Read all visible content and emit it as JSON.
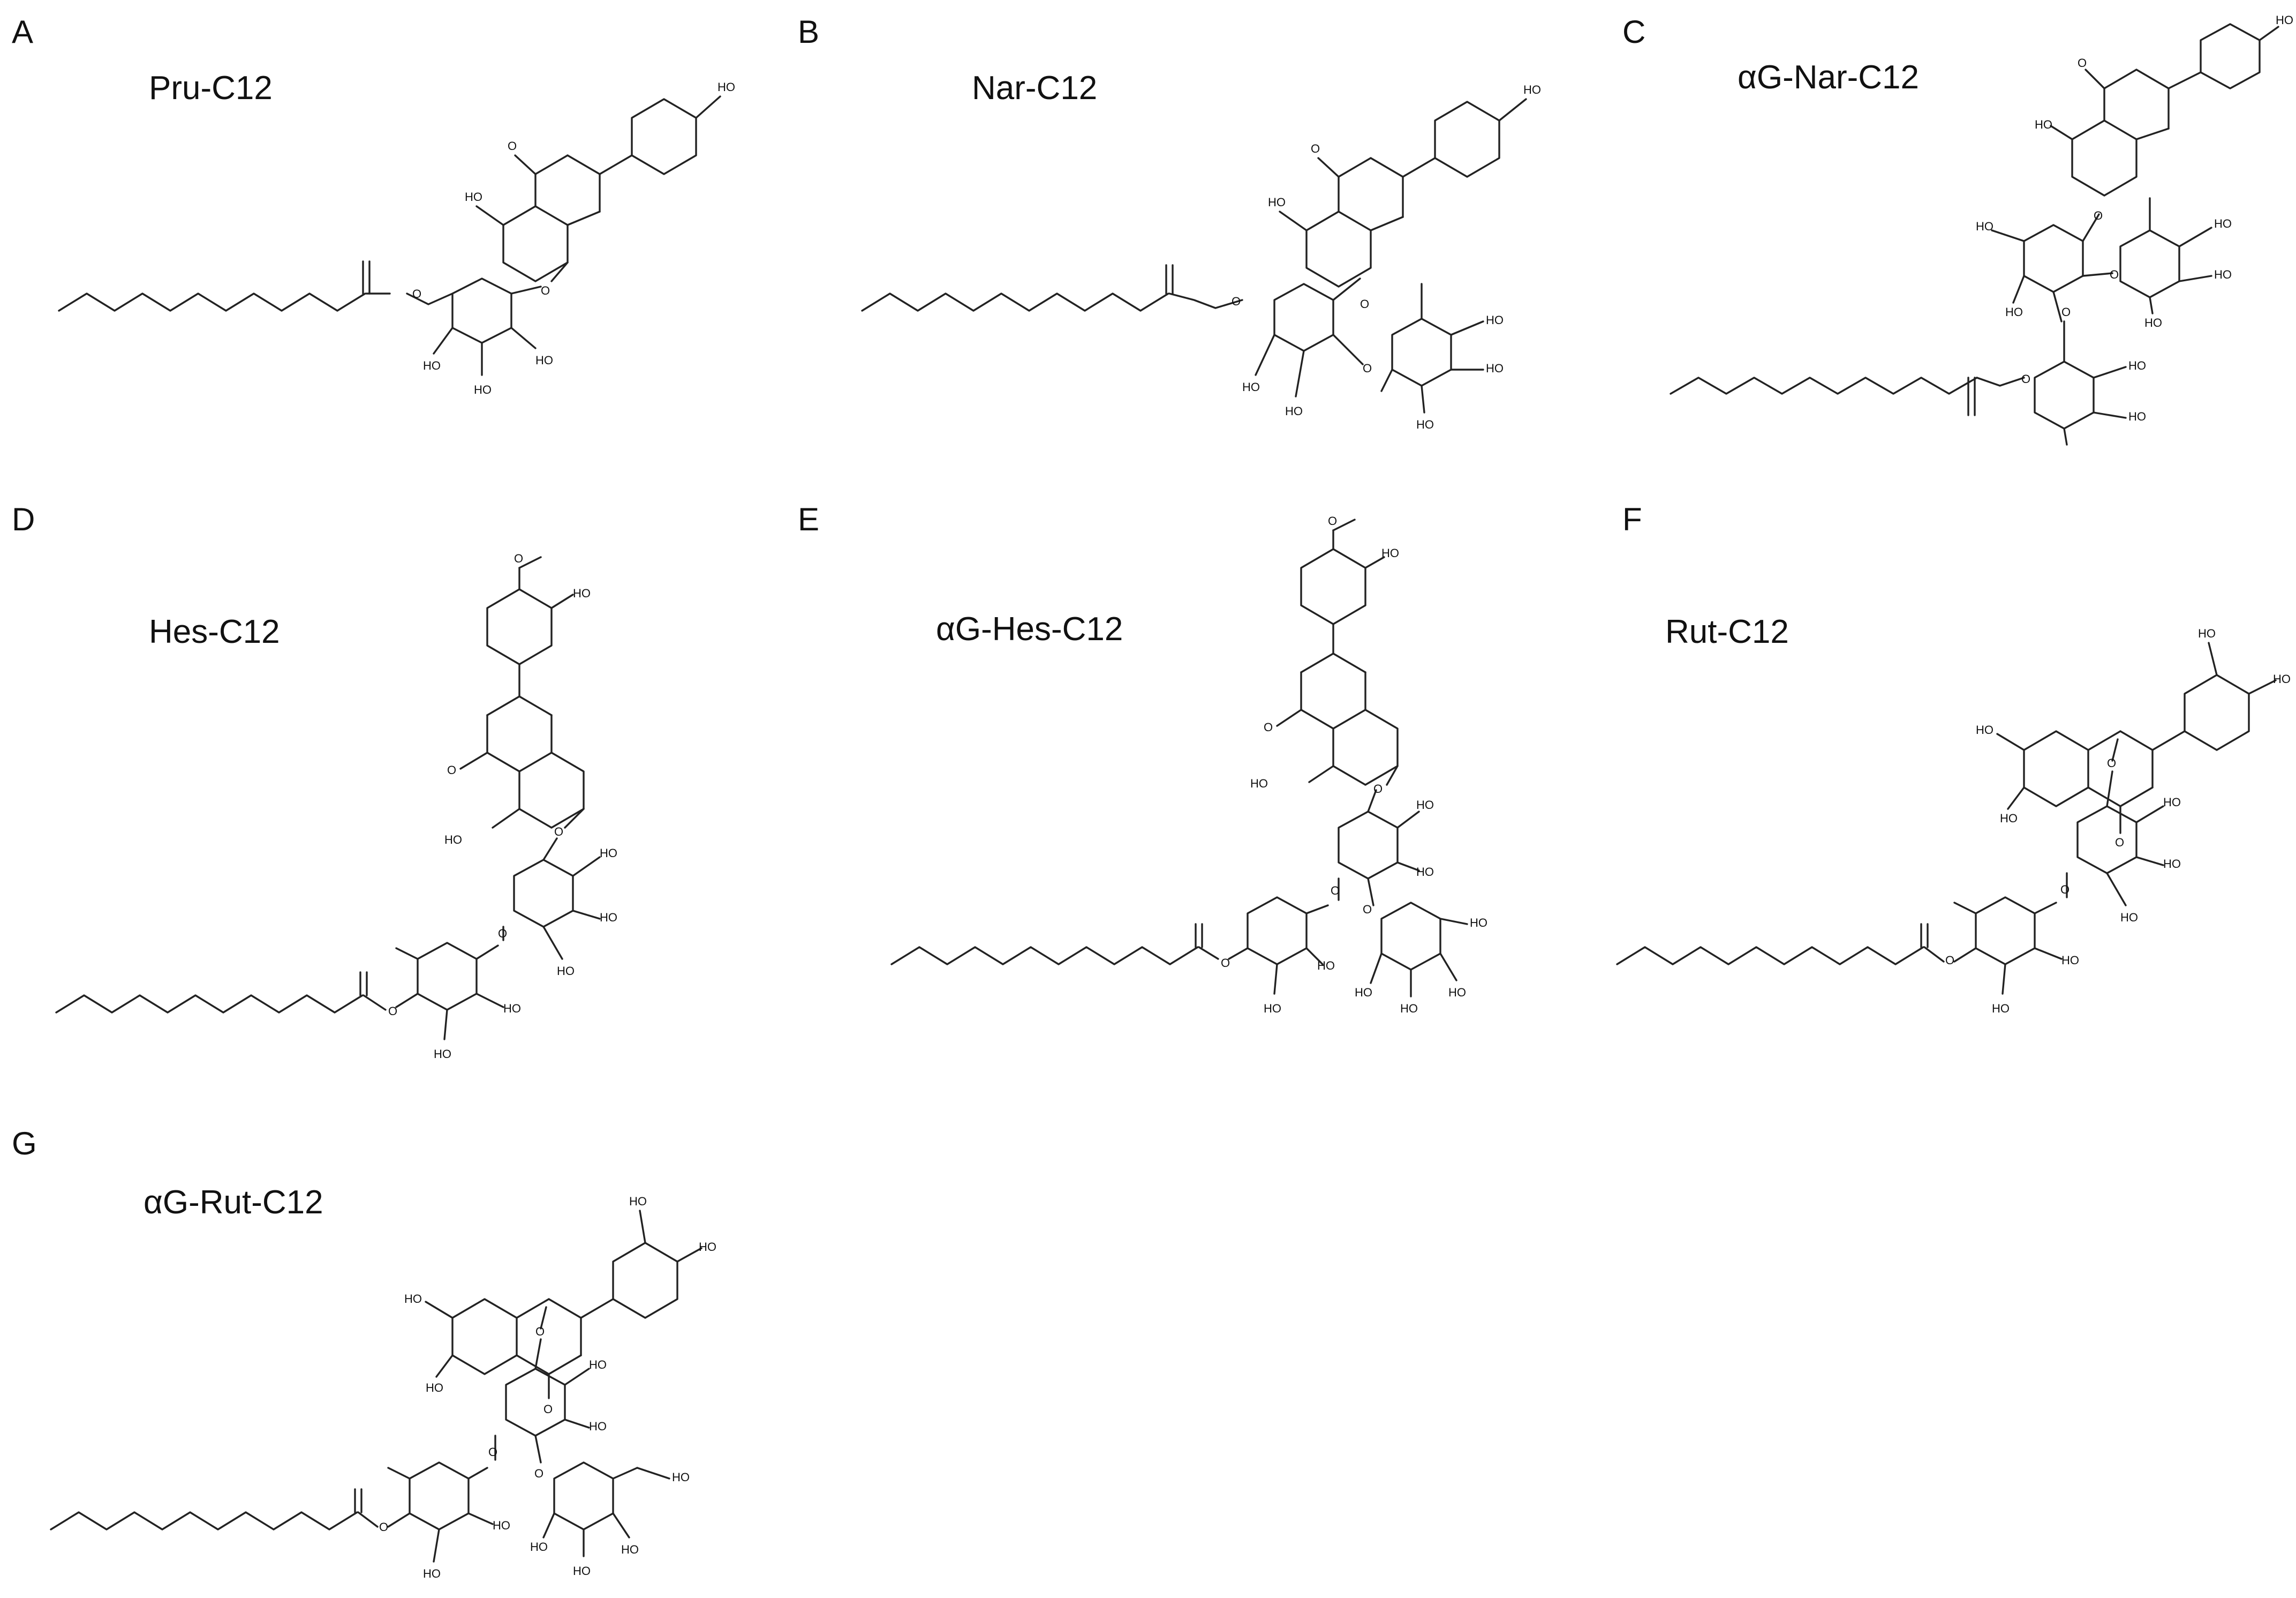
{
  "figure": {
    "panels": [
      {
        "id": "A",
        "letter": "A",
        "name": "Pru-C12"
      },
      {
        "id": "B",
        "letter": "B",
        "name": "Nar-C12"
      },
      {
        "id": "C",
        "letter": "C",
        "name": "αG-Nar-C12"
      },
      {
        "id": "D",
        "letter": "D",
        "name": "Hes-C12"
      },
      {
        "id": "E",
        "letter": "E",
        "name": "αG-Hes-C12"
      },
      {
        "id": "F",
        "letter": "F",
        "name": "Rut-C12"
      },
      {
        "id": "G",
        "letter": "G",
        "name": "αG-Rut-C12"
      }
    ],
    "atom_labels": {
      "hydroxyl": "HO",
      "ring_oxygen": "O"
    },
    "colors": {
      "ink": "#111111",
      "background": "#ffffff"
    }
  }
}
